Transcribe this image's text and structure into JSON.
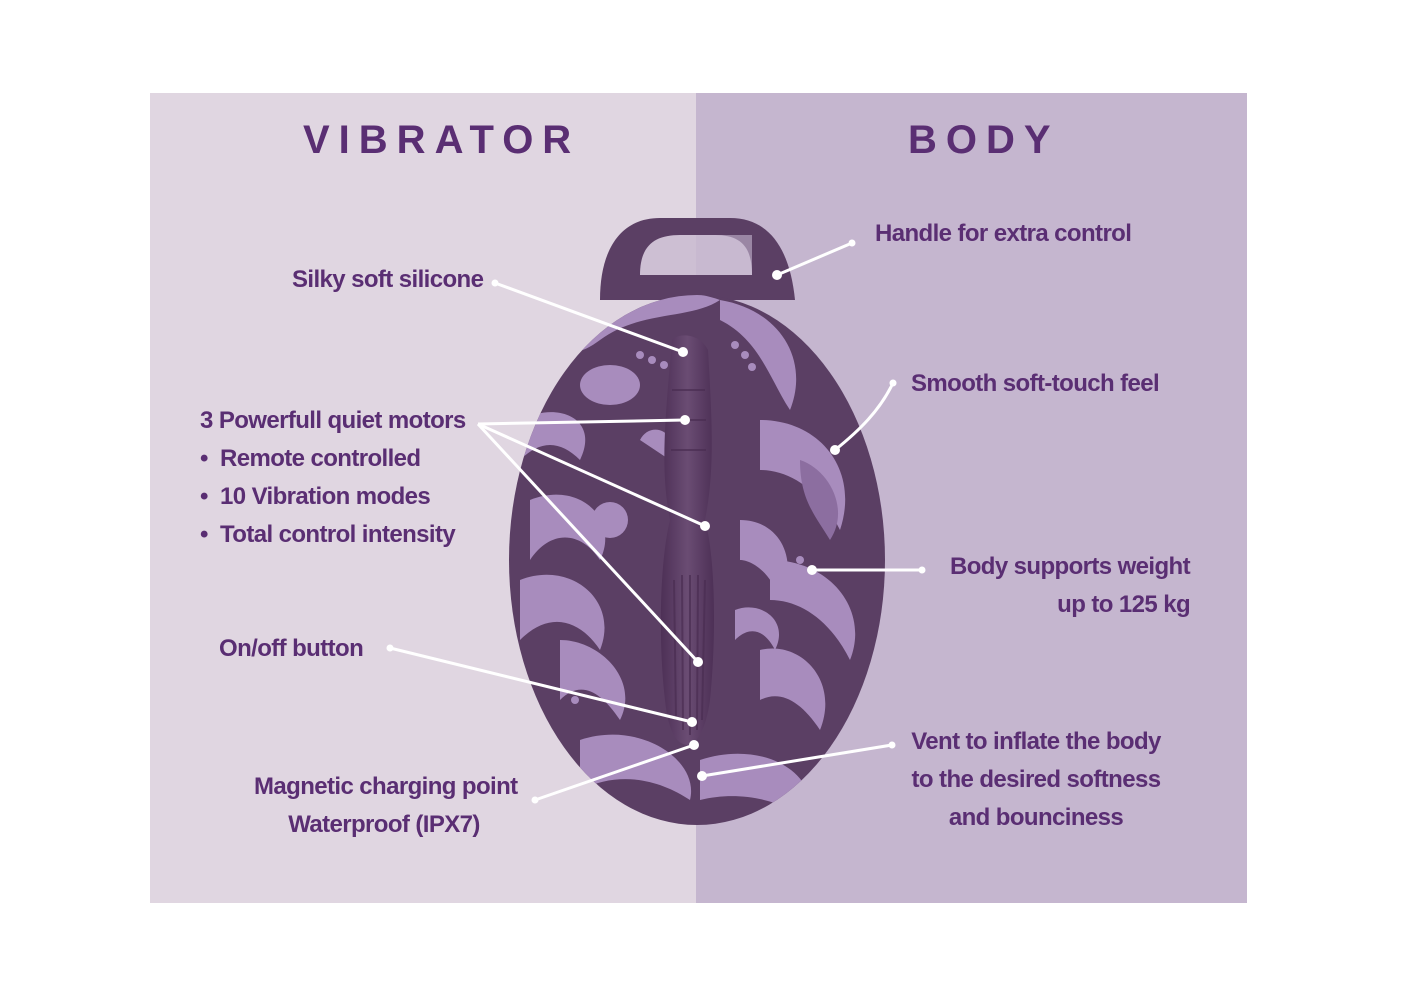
{
  "colors": {
    "left_panel": "#e0d6e1",
    "right_panel": "#c5b6cf",
    "text": "#5a2e73",
    "body_dark": "#5b3f64",
    "pattern_light": "#a88cbd",
    "leader_line": "#ffffff"
  },
  "headers": {
    "left": "VIBRATOR",
    "right": "BODY"
  },
  "callouts": {
    "silicone": "Silky soft silicone",
    "motors": {
      "title": "3 Powerfull quiet motors",
      "bullet_symbol": "•",
      "items": [
        "Remote controlled",
        "10 Vibration modes",
        "Total control intensity"
      ]
    },
    "on_off": "On/off button",
    "charging": {
      "line1": "Magnetic charging point",
      "line2": "Waterproof (IPX7)"
    },
    "handle": "Handle for extra control",
    "soft_touch": "Smooth soft-touch feel",
    "weight": {
      "line1": "Body supports weight",
      "line2": "up to 125 kg"
    },
    "vent": {
      "line1": "Vent to inflate the body",
      "line2": "to the desired softness",
      "line3": "and bounciness"
    }
  },
  "icons": {
    "product_illustration": "inflatable-body-with-vibrator"
  }
}
